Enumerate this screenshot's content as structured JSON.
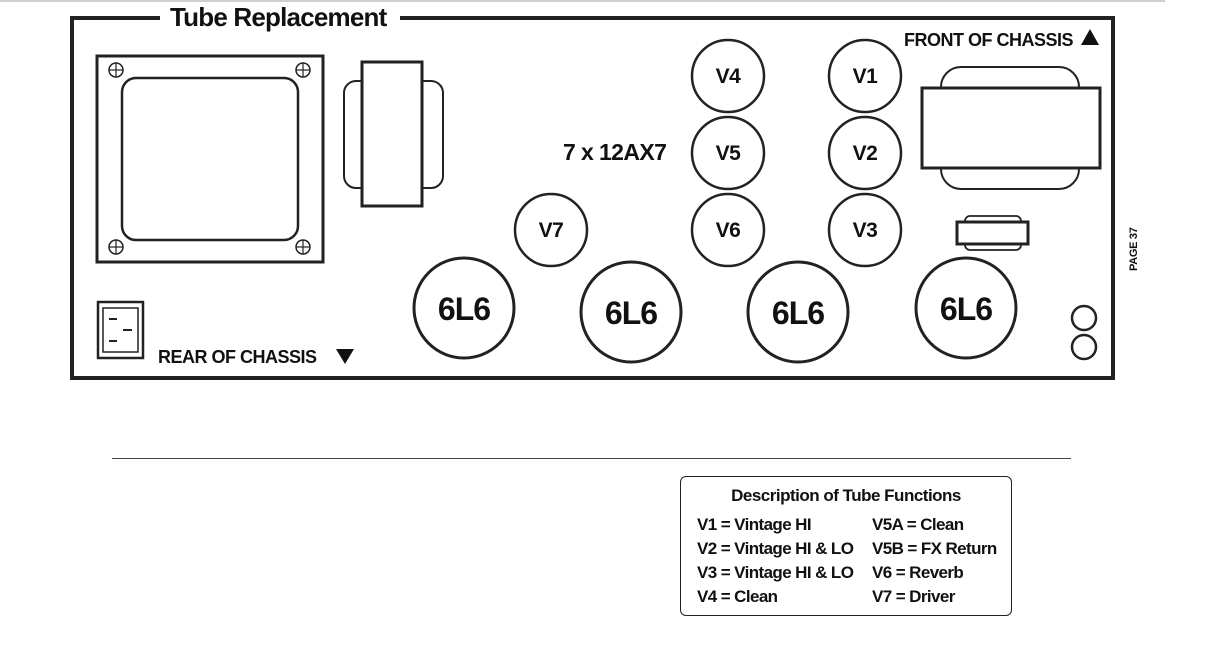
{
  "diagram": {
    "title": "Tube Replacement",
    "front_label": "FRONT OF CHASSIS",
    "rear_label": "REAR OF CHASSIS",
    "group_label": "7 x 12AX7",
    "preamp_tubes": [
      "V1",
      "V2",
      "V3",
      "V4",
      "V5",
      "V6",
      "V7"
    ],
    "power_tubes": [
      "6L6",
      "6L6",
      "6L6",
      "6L6"
    ],
    "page_number": "PAGE 37"
  },
  "legend": {
    "title": "Description of Tube Functions",
    "left_column": [
      "V1 = Vintage HI",
      "V2 = Vintage HI & LO",
      "V3 = Vintage HI & LO",
      "V4 = Clean"
    ],
    "right_column": [
      "V5A = Clean",
      "V5B = FX Return",
      "V6 = Reverb",
      "V7 = Driver"
    ]
  },
  "icons": [
    "up-arrow-icon",
    "down-arrow-icon",
    "power-inlet-icon",
    "screw-icon"
  ]
}
